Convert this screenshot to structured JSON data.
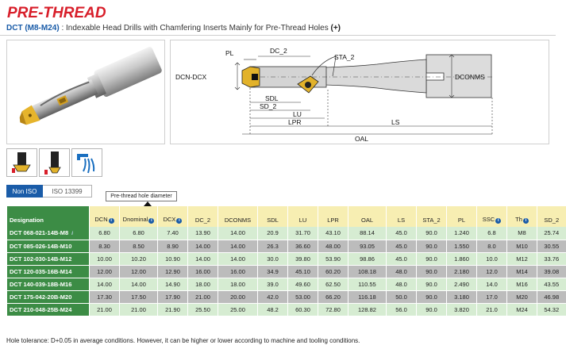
{
  "logo": {
    "text": "PRE-THREAD"
  },
  "title": {
    "code": "DCT (M8-M24)",
    "desc": " : Indexable Head Drills with Chamfering Inserts Mainly for Pre-Thread Holes ",
    "plus": "(+)"
  },
  "diagram": {
    "labels": {
      "pl": "PL",
      "dc2": "DC_2",
      "sta2": "STA_2",
      "dcn_dcx": "DCN-DCX",
      "dconms": "DCONMS",
      "sdl": "SDL",
      "sd2": "SD_2",
      "lu": "LU",
      "lpr": "LPR",
      "ls": "LS",
      "oal": "OAL"
    }
  },
  "icons": [
    "coolant-drill-icon",
    "insert-drill-icon",
    "through-coolant-icon"
  ],
  "iso_toggle": {
    "active": "Non ISO",
    "inactive": "ISO 13399"
  },
  "tooltip": "Pre-thread hole diameter",
  "table": {
    "headers": [
      {
        "label": "Designation",
        "info": false
      },
      {
        "label": "DCN",
        "info": true
      },
      {
        "label": "Dnominal",
        "info": true
      },
      {
        "label": "DCX",
        "info": true
      },
      {
        "label": "DC_2",
        "info": false
      },
      {
        "label": "DCONMS",
        "info": false
      },
      {
        "label": "SDL",
        "info": false
      },
      {
        "label": "LU",
        "info": false
      },
      {
        "label": "LPR",
        "info": false
      },
      {
        "label": "OAL",
        "info": false
      },
      {
        "label": "LS",
        "info": false
      },
      {
        "label": "STA_2",
        "info": false
      },
      {
        "label": "PL",
        "info": false
      },
      {
        "label": "SSC",
        "info": true
      },
      {
        "label": "Th",
        "info": true
      },
      {
        "label": "SD_2",
        "info": false
      }
    ],
    "rows": [
      {
        "designation": "DCT 068-021-14B-M8",
        "cells": [
          "6.80",
          "6.80",
          "7.40",
          "13.90",
          "14.00",
          "20.9",
          "31.70",
          "43.10",
          "88.14",
          "45.0",
          "90.0",
          "1.240",
          "6.8",
          "M8",
          "25.74"
        ]
      },
      {
        "designation": "DCT 085-026-14B-M10",
        "cells": [
          "8.30",
          "8.50",
          "8.90",
          "14.00",
          "14.00",
          "26.3",
          "36.60",
          "48.00",
          "93.05",
          "45.0",
          "90.0",
          "1.550",
          "8.0",
          "M10",
          "30.55"
        ]
      },
      {
        "designation": "DCT 102-030-14B-M12",
        "cells": [
          "10.00",
          "10.20",
          "10.90",
          "14.00",
          "14.00",
          "30.0",
          "39.80",
          "53.90",
          "98.86",
          "45.0",
          "90.0",
          "1.860",
          "10.0",
          "M12",
          "33.76"
        ]
      },
      {
        "designation": "DCT 120-035-16B-M14",
        "cells": [
          "12.00",
          "12.00",
          "12.90",
          "16.00",
          "16.00",
          "34.9",
          "45.10",
          "60.20",
          "108.18",
          "48.0",
          "90.0",
          "2.180",
          "12.0",
          "M14",
          "39.08"
        ]
      },
      {
        "designation": "DCT 140-039-18B-M16",
        "cells": [
          "14.00",
          "14.00",
          "14.90",
          "18.00",
          "18.00",
          "39.0",
          "49.60",
          "62.50",
          "110.55",
          "48.0",
          "90.0",
          "2.490",
          "14.0",
          "M16",
          "43.55"
        ]
      },
      {
        "designation": "DCT 175-042-20B-M20",
        "cells": [
          "17.30",
          "17.50",
          "17.90",
          "21.00",
          "20.00",
          "42.0",
          "53.00",
          "66.20",
          "116.18",
          "50.0",
          "90.0",
          "3.180",
          "17.0",
          "M20",
          "46.98"
        ]
      },
      {
        "designation": "DCT 210-048-25B-M24",
        "cells": [
          "21.00",
          "21.00",
          "21.90",
          "25.50",
          "25.00",
          "48.2",
          "60.30",
          "72.80",
          "128.82",
          "56.0",
          "90.0",
          "3.820",
          "21.0",
          "M24",
          "54.32"
        ]
      }
    ]
  },
  "note": "Hole tolerance: D+0.05 in average conditions. However, it can be higher or lower according to machine and tooling conditions.",
  "colors": {
    "brand_red": "#d81e2a",
    "accent_blue": "#1a5ca8",
    "designation_green": "#3c8c45",
    "header_yellow": "#f7eeb2"
  }
}
